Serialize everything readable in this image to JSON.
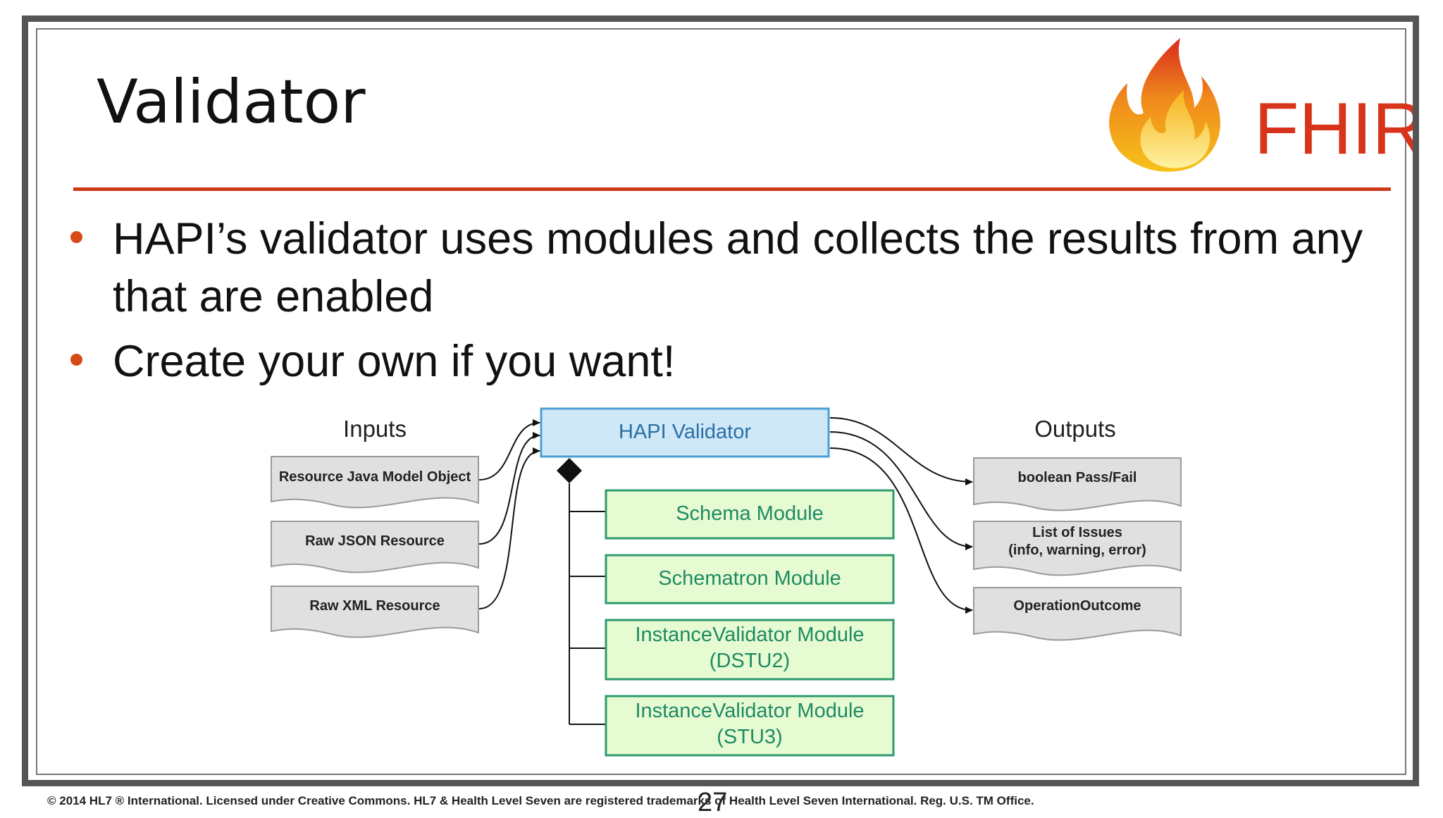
{
  "slide": {
    "title": "Validator",
    "logo_text": "FHIR",
    "bullets": [
      "HAPI’s validator uses modules and collects the results from any that are enabled",
      "Create your own if you want!"
    ],
    "footer": "© 2014 HL7 ® International. Licensed under Creative Commons. HL7 & Health Level Seven are registered trademarks of Health Level Seven International. Reg. U.S. TM Office.",
    "page_number": "27"
  },
  "diagram": {
    "inputs_label": "Inputs",
    "outputs_label": "Outputs",
    "validator_label": "HAPI Validator",
    "inputs": [
      "Resource Java Model Object",
      "Raw JSON Resource",
      "Raw XML Resource"
    ],
    "outputs": [
      {
        "line1": "boolean Pass/Fail",
        "line2": ""
      },
      {
        "line1": "List of Issues",
        "line2": "(info, warning, error)"
      },
      {
        "line1": "OperationOutcome",
        "line2": ""
      }
    ],
    "modules": [
      {
        "line1": "Schema Module",
        "line2": ""
      },
      {
        "line1": "Schematron Module",
        "line2": ""
      },
      {
        "line1": "InstanceValidator Module",
        "line2": "(DSTU2)"
      },
      {
        "line1": "InstanceValidator Module",
        "line2": "(STU3)"
      }
    ]
  },
  "colors": {
    "accent": "#cc3a1a",
    "validator_fill": "#cfe8f7",
    "validator_stroke": "#4a9fd4",
    "validator_text": "#2a6ea6",
    "module_fill": "#e6fbd2",
    "module_stroke": "#2f9a6f",
    "module_text": "#1f8a63",
    "doc_fill": "#e0e0e0",
    "doc_stroke": "#9a9a9a"
  }
}
